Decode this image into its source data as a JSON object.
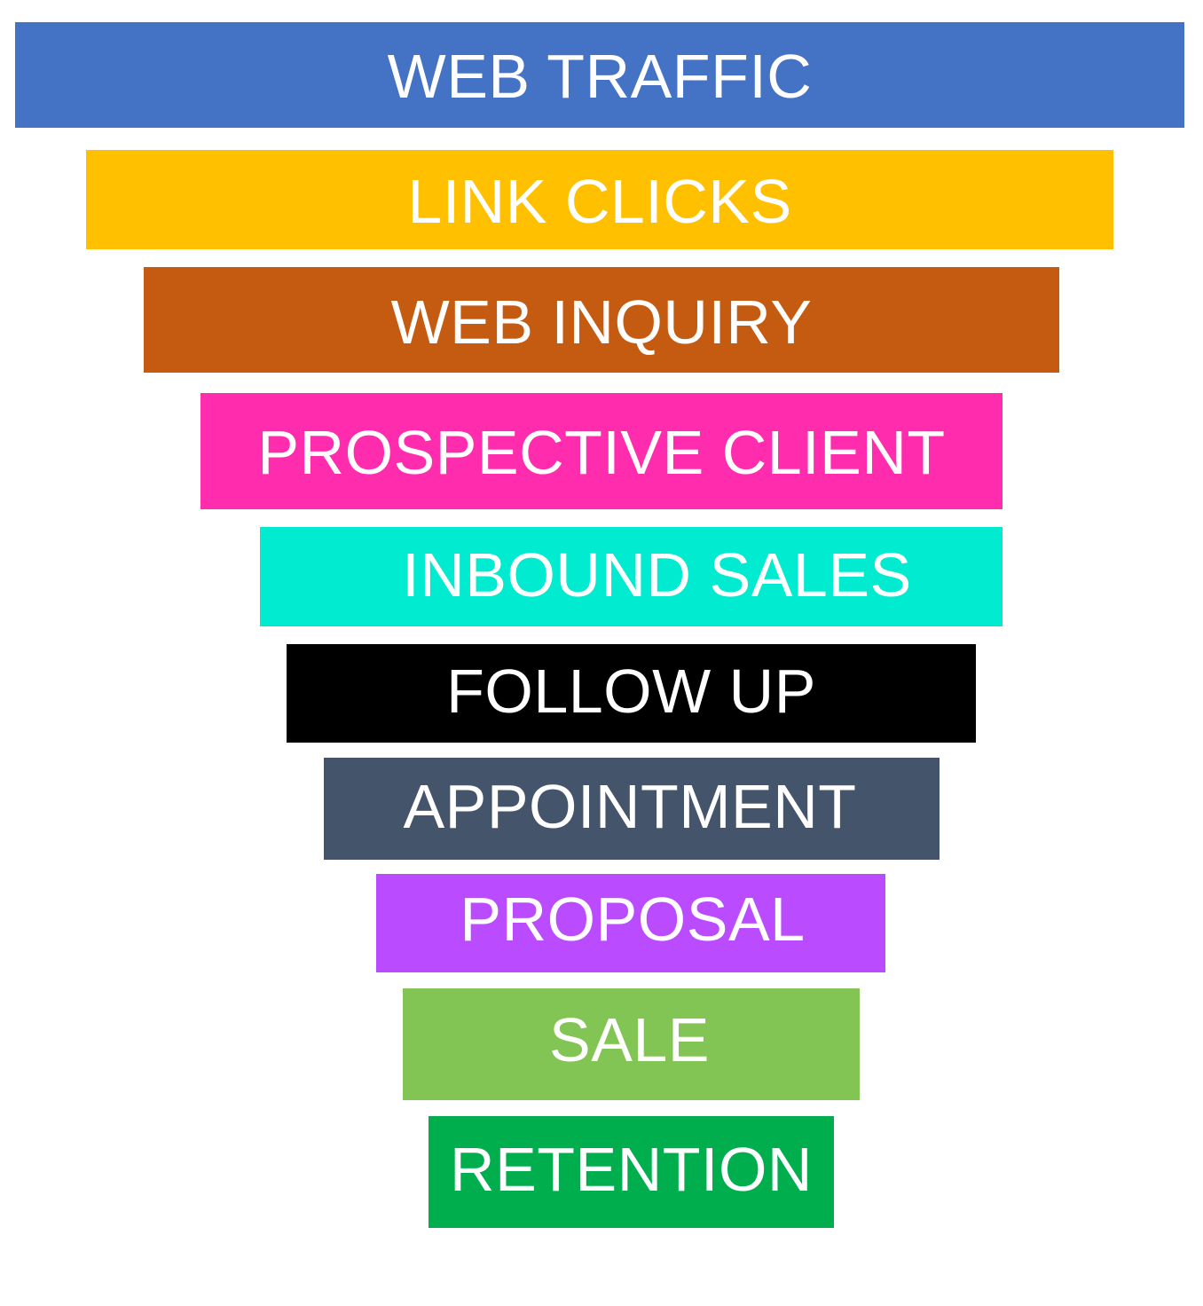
{
  "funnel": {
    "stages": [
      {
        "label": "WEB TRAFFIC",
        "color": "#4472C4"
      },
      {
        "label": "LINK CLICKS",
        "color": "#FFC000"
      },
      {
        "label": "WEB INQUIRY",
        "color": "#C55A11"
      },
      {
        "label": "PROSPECTIVE CLIENT",
        "color": "#FF2CAE"
      },
      {
        "label": "INBOUND SALES",
        "color": "#00EBCF"
      },
      {
        "label": "FOLLOW UP",
        "color": "#000000"
      },
      {
        "label": "APPOINTMENT",
        "color": "#44546A"
      },
      {
        "label": "PROPOSAL",
        "color": "#BB4BFF"
      },
      {
        "label": "SALE",
        "color": "#82C555"
      },
      {
        "label": "RETENTION",
        "color": "#00AE4E"
      }
    ]
  }
}
